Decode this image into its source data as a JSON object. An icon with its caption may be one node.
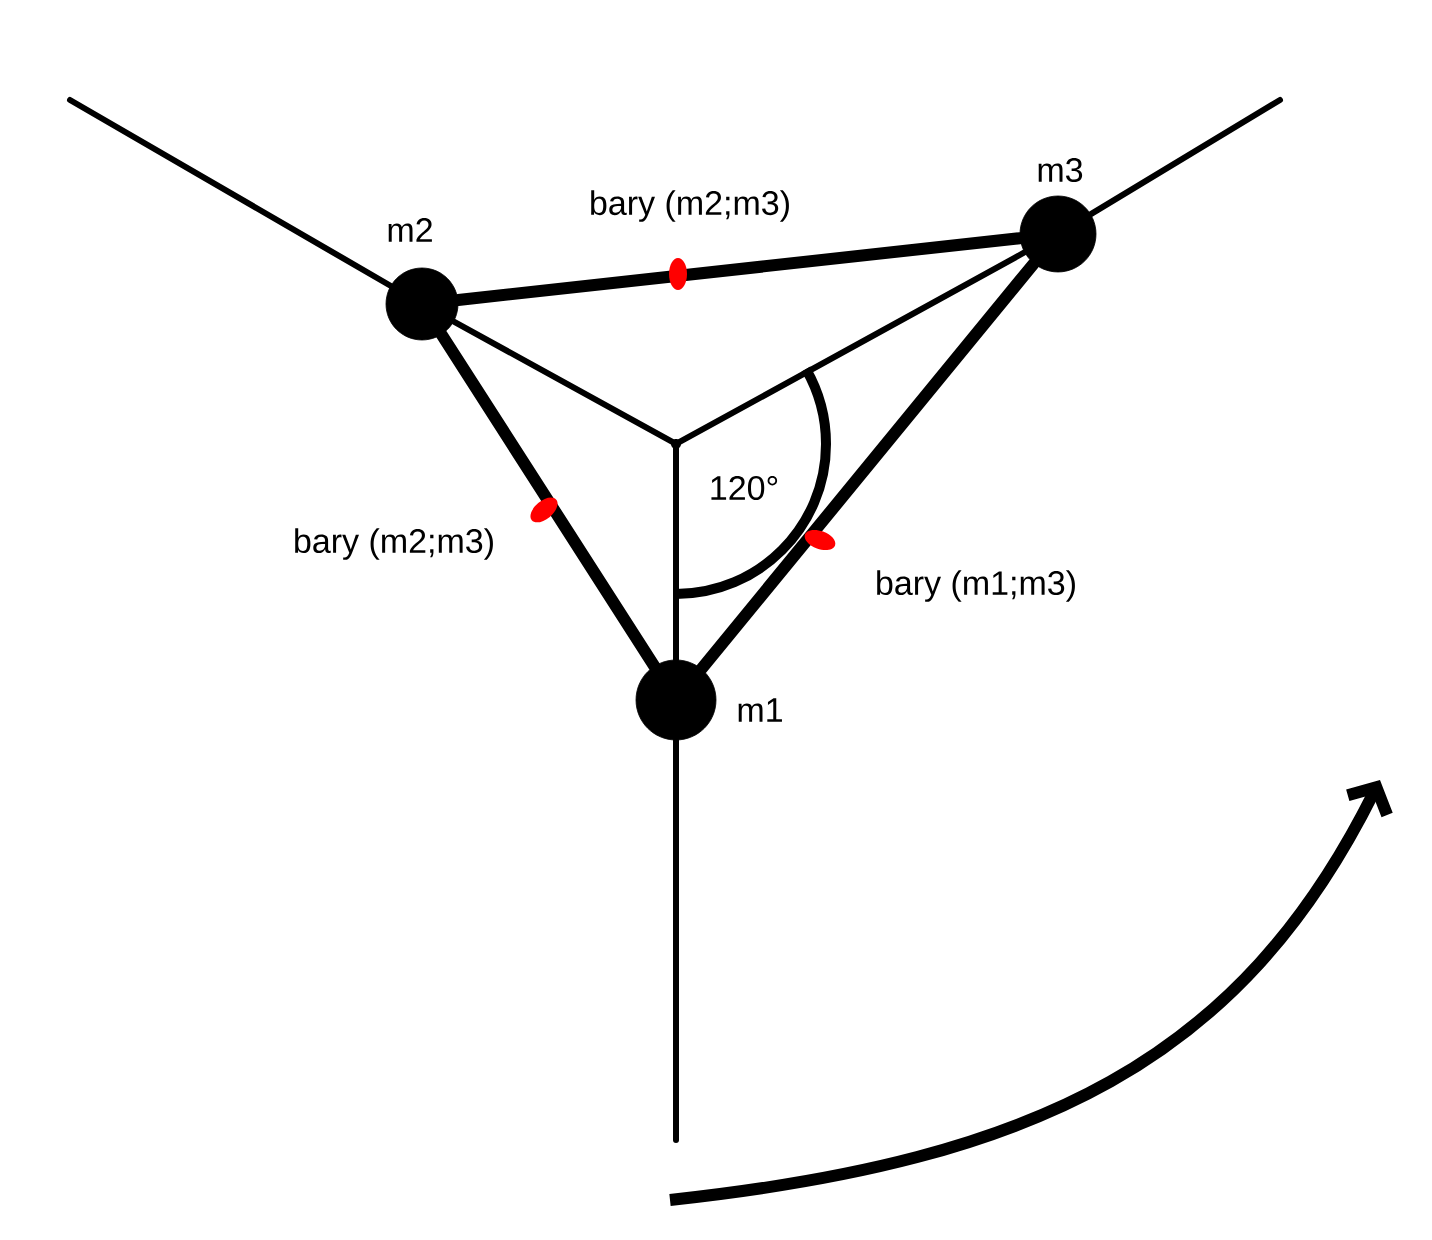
{
  "diagram": {
    "nodes": [
      {
        "text": [],
        "shape": "circle",
        "beside": [
          "m2"
        ]
      },
      {
        "text": [],
        "shape": "circle",
        "beside": [
          "m3"
        ]
      },
      {
        "text": [],
        "shape": "circle",
        "beside": [
          "m1"
        ]
      },
      {
        "text": [],
        "shape": "point"
      }
    ],
    "edges": [
      {
        "from": 0,
        "to": 1,
        "arrow": "none",
        "style": "thick",
        "label": "bary (m2;m3)"
      },
      {
        "from": 0,
        "to": 2,
        "arrow": "none",
        "style": "thick",
        "label": "bary (m2;m3)"
      },
      {
        "from": 2,
        "to": 1,
        "arrow": "none",
        "style": "thick",
        "label": "bary (m1;m3)"
      },
      {
        "from": null,
        "to": 0,
        "arrow": "none"
      },
      {
        "from": null,
        "to": 1,
        "arrow": "none"
      },
      {
        "from": 2,
        "to": null,
        "arrow": "none"
      },
      {
        "from": 3,
        "to": 0,
        "arrow": "none"
      },
      {
        "from": 3,
        "to": 1,
        "arrow": "none"
      },
      {
        "from": 3,
        "to": 2,
        "arrow": "none"
      }
    ],
    "labels": [
      "120°"
    ]
  }
}
